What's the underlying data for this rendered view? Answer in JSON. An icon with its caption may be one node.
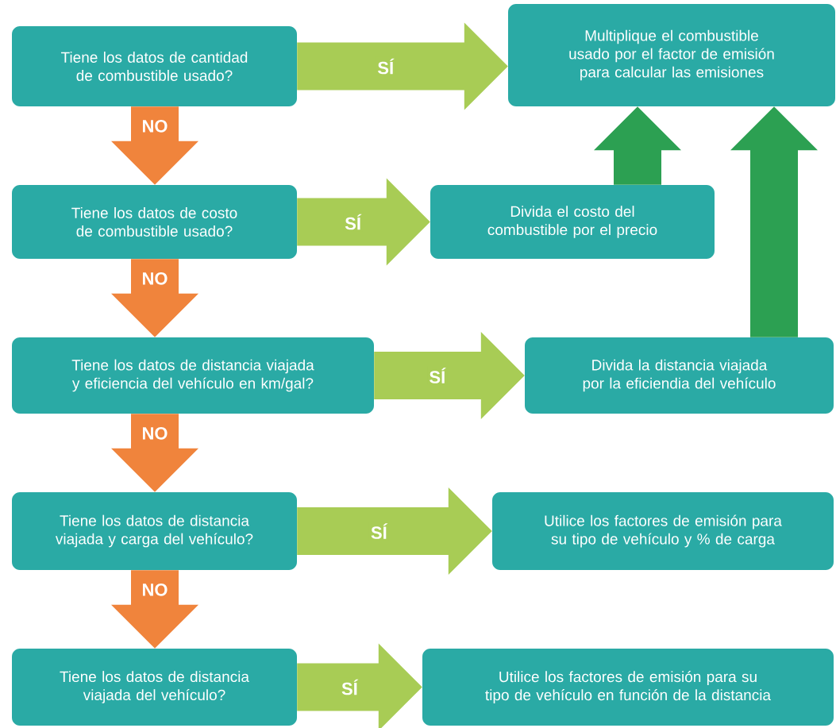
{
  "diagram": {
    "nodes": [
      {
        "text": [
          "Tiene los datos de cantidad de combustible usado?"
        ]
      },
      {
        "text": [
          "Multiplique el combustible usado por el factor de emisión para calcular las emisiones"
        ]
      },
      {
        "text": [
          "Tiene los datos de costo de combustible usado?"
        ]
      },
      {
        "text": [
          "Divida el costo del combustible por el precio"
        ]
      },
      {
        "text": [
          "Tiene los datos de distancia viajada y eficiencia del vehículo en km/gal?"
        ]
      },
      {
        "text": [
          "Divida la distancia viajada por la eficiendia del vehículo"
        ]
      },
      {
        "text": [
          "Tiene los datos de distancia viajada y carga del vehículo?"
        ]
      },
      {
        "text": [
          "Utilice los factores de emisión para su tipo de vehículo y % de carga"
        ]
      },
      {
        "text": [
          "Tiene los datos de distancia viajada del vehículo?"
        ]
      },
      {
        "text": [
          "Utilice los factores de emisión para su tipo de vehículo en función de la distancia"
        ]
      }
    ],
    "edges": [
      {
        "from": 0,
        "to": 1,
        "arrow": "to",
        "label": "SÍ"
      },
      {
        "from": 0,
        "to": 2,
        "arrow": "to",
        "label": "NO",
        "color": "#f0843c"
      },
      {
        "from": 2,
        "to": 3,
        "arrow": "to",
        "label": "SÍ"
      },
      {
        "from": 2,
        "to": 4,
        "arrow": "to",
        "label": "NO",
        "color": "#f0843c"
      },
      {
        "from": 4,
        "to": 5,
        "arrow": "to",
        "label": "SÍ"
      },
      {
        "from": 4,
        "to": 6,
        "arrow": "to",
        "label": "NO",
        "color": "#f0843c"
      },
      {
        "from": 6,
        "to": 7,
        "arrow": "to",
        "label": "SÍ"
      },
      {
        "from": 6,
        "to": 8,
        "arrow": "to",
        "label": "NO",
        "color": "#f0843c"
      },
      {
        "from": 8,
        "to": 9,
        "arrow": "to",
        "label": "SÍ"
      },
      {
        "from": 3,
        "to": 1,
        "arrow": "to",
        "color": "#2ca052"
      },
      {
        "from": 5,
        "to": 1,
        "arrow": "to",
        "color": "#2ca052"
      }
    ]
  }
}
